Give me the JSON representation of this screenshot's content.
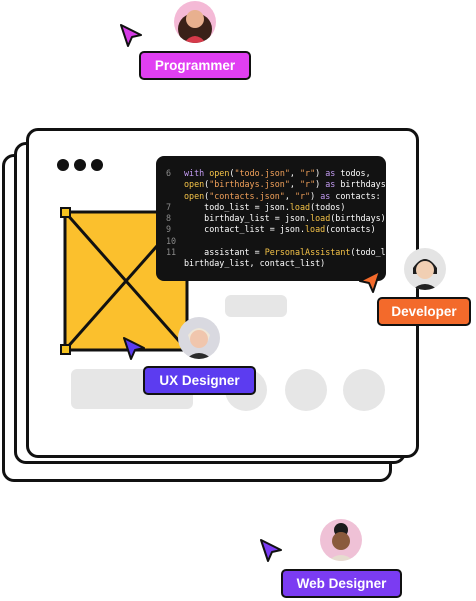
{
  "labels": {
    "programmer": "Programmer",
    "developer": "Developer",
    "ux_designer": "UX Designer",
    "web_designer": "Web Designer"
  },
  "colors": {
    "programmer": "#e03ff2",
    "developer": "#f36a2b",
    "ux_designer": "#5c3cf0",
    "web_designer": "#7b3cf2",
    "frame_fill": "#fbc02d",
    "code_bg": "#121212"
  },
  "code": [
    {
      "num": "6",
      "parts": [
        [
          "kw",
          "with "
        ],
        [
          "fn",
          "open"
        ],
        [
          "p",
          "("
        ],
        [
          "str",
          "\"todo.json\""
        ],
        [
          "p",
          ", "
        ],
        [
          "str",
          "\"r\""
        ],
        [
          "p",
          ") "
        ],
        [
          "kw",
          "as"
        ],
        [
          "p",
          " todos,"
        ]
      ]
    },
    {
      "num": "",
      "parts": [
        [
          "fn",
          "open"
        ],
        [
          "p",
          "("
        ],
        [
          "str",
          "\"birthdays.json\""
        ],
        [
          "p",
          ", "
        ],
        [
          "str",
          "\"r\""
        ],
        [
          "p",
          ") "
        ],
        [
          "kw",
          "as"
        ],
        [
          "p",
          " birthdays,"
        ]
      ]
    },
    {
      "num": "",
      "parts": [
        [
          "fn",
          "open"
        ],
        [
          "p",
          "("
        ],
        [
          "str",
          "\"contacts.json\""
        ],
        [
          "p",
          ", "
        ],
        [
          "str",
          "\"r\""
        ],
        [
          "p",
          ") "
        ],
        [
          "kw",
          "as"
        ],
        [
          "p",
          " contacts:"
        ]
      ]
    },
    {
      "num": "7",
      "parts": [
        [
          "p",
          "    todo_list = json."
        ],
        [
          "fn",
          "load"
        ],
        [
          "p",
          "(todos)"
        ]
      ]
    },
    {
      "num": "8",
      "parts": [
        [
          "p",
          "    birthday_list = json."
        ],
        [
          "fn",
          "load"
        ],
        [
          "p",
          "(birthdays)"
        ]
      ]
    },
    {
      "num": "9",
      "parts": [
        [
          "p",
          "    contact_list = json."
        ],
        [
          "fn",
          "load"
        ],
        [
          "p",
          "(contacts)"
        ]
      ]
    },
    {
      "num": "10",
      "parts": []
    },
    {
      "num": "11",
      "parts": [
        [
          "p",
          "    assistant = "
        ],
        [
          "fn",
          "PersonalAssistant"
        ],
        [
          "p",
          "(todo_list,"
        ]
      ]
    },
    {
      "num": "",
      "parts": [
        [
          "p",
          "birthday_list, contact_list)"
        ]
      ]
    }
  ],
  "icons": [
    "cursor-arrow-icon",
    "avatar-programmer",
    "avatar-developer",
    "avatar-ux-designer",
    "avatar-web-designer"
  ]
}
